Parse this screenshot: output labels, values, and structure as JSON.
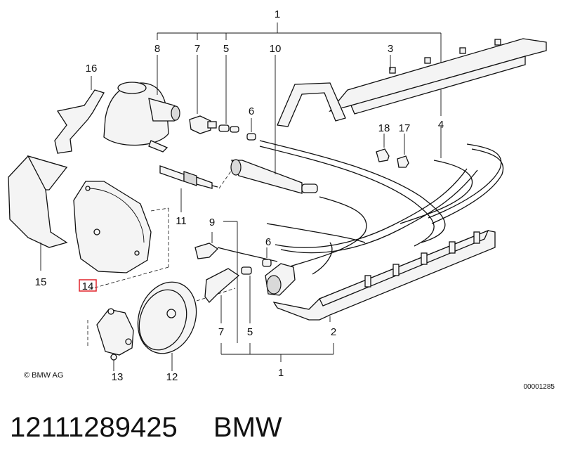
{
  "callouts": {
    "c1_top": "1",
    "c8": "8",
    "c7_top": "7",
    "c5_top": "5",
    "c10": "10",
    "c3": "3",
    "c16": "16",
    "c6_top": "6",
    "c18": "18",
    "c17": "17",
    "c4": "4",
    "c11": "11",
    "c9": "9",
    "c6_mid": "6",
    "c15": "15",
    "c14": "14",
    "c7_bot": "7",
    "c5_bot": "5",
    "c2": "2",
    "c13": "13",
    "c12": "12",
    "c1_bot": "1"
  },
  "copyright": "© BMW AG",
  "figure_code": "00001285",
  "footer": {
    "part_number": "12111289425",
    "brand": "BMW"
  },
  "colors": {
    "highlight": "#e0242b",
    "ink": "#111111"
  }
}
